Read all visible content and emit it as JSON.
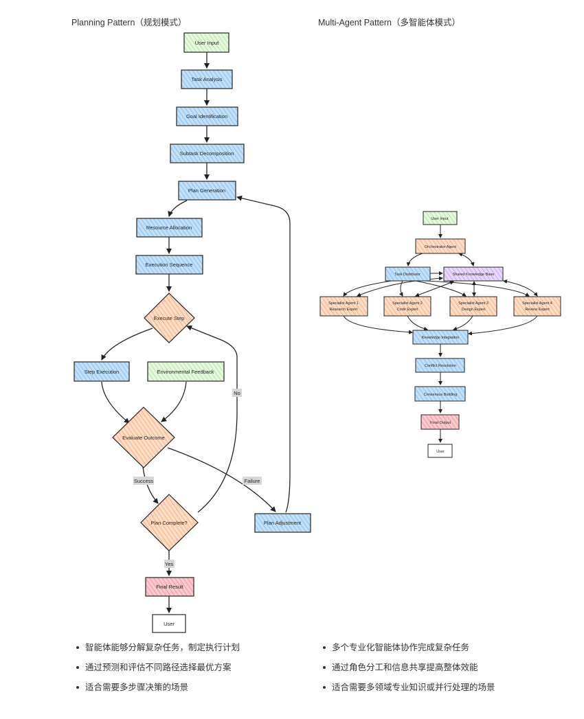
{
  "left": {
    "title": "Planning Pattern（规划模式）",
    "nodes": {
      "user_input": "User Input",
      "task_analysis": "Task Analysis",
      "goal_identification": "Goal Identification",
      "subtask_decomposition": "Subtask Decomposition",
      "plan_generation": "Plan Generation",
      "resource_allocation": "Resource Allocation",
      "execution_sequence": "Execution Sequence",
      "execute_step": "Execute Step",
      "step_execution": "Step Execution",
      "environmental_feedback": "Environmental Feedback",
      "evaluate_outcome": "Evaluate Outcome",
      "plan_complete": "Plan Complete?",
      "plan_adjustment": "Plan Adjustment",
      "final_result": "Final Result",
      "user": "User"
    },
    "edge_labels": {
      "no": "No",
      "success": "Success",
      "failure": "Failure",
      "yes": "Yes"
    },
    "bullets": [
      "智能体能够分解复杂任务，制定执行计划",
      "通过预测和评估不同路径选择最优方案",
      "适合需要多步骤决策的场景"
    ]
  },
  "right": {
    "title": "Multi-Agent Pattern（多智能体模式）",
    "nodes": {
      "user_input": "User Input",
      "orchestrator": "Orchestrator Agent",
      "task_distributor": "Task Distributor",
      "shared_kb": "Shared Knowledge Base",
      "agent1": [
        "Specialist Agent 1",
        "Research Expert"
      ],
      "agent2": [
        "Specialist Agent 2",
        "Code Expert"
      ],
      "agent3": [
        "Specialist Agent 3",
        "Design Expert"
      ],
      "agent4": [
        "Specialist Agent 4",
        "Review Expert"
      ],
      "knowledge_integration": "Knowledge Integration",
      "conflict_resolution": "Conflict Resolution",
      "consensus_building": "Consensus Building",
      "final_output": "Final Output",
      "user": "User"
    },
    "bullets": [
      "多个专业化智能体协作完成复杂任务",
      "通过角色分工和信息共享提高整体效能",
      "适合需要多领域专业知识或并行处理的场景"
    ]
  },
  "colors": {
    "green_fill": "#d3f2c9",
    "blue_fill": "#a8cff2",
    "orange_fill": "#f9c7a6",
    "purple_fill": "#d9c2f5",
    "red_fill": "#f5aab1",
    "stroke": "#222222"
  }
}
